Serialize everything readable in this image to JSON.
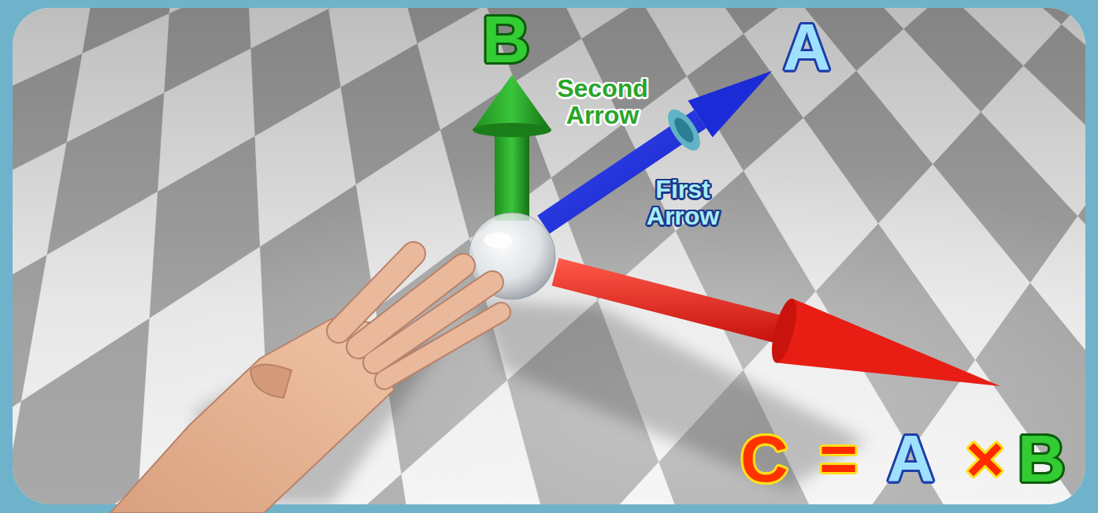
{
  "diagram": {
    "labels": [
      "B",
      "Second Arrow",
      "A",
      "First Arrow",
      "C",
      "=",
      "A",
      "×",
      "B"
    ]
  }
}
